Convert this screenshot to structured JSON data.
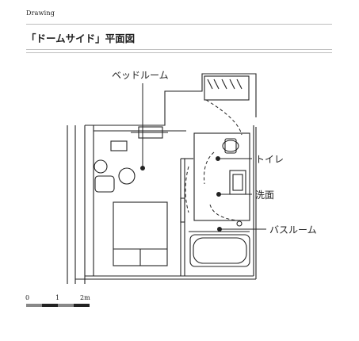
{
  "header": {
    "section_label": "Drawing",
    "title": "「ドームサイド」平面図"
  },
  "plan": {
    "labels": {
      "bedroom": "ベッドルーム",
      "toilet": "トイレ",
      "washroom": "洗面",
      "bathroom": "バスルーム"
    }
  },
  "scale_bar": {
    "ticks": [
      "0",
      "1",
      "2m"
    ]
  }
}
